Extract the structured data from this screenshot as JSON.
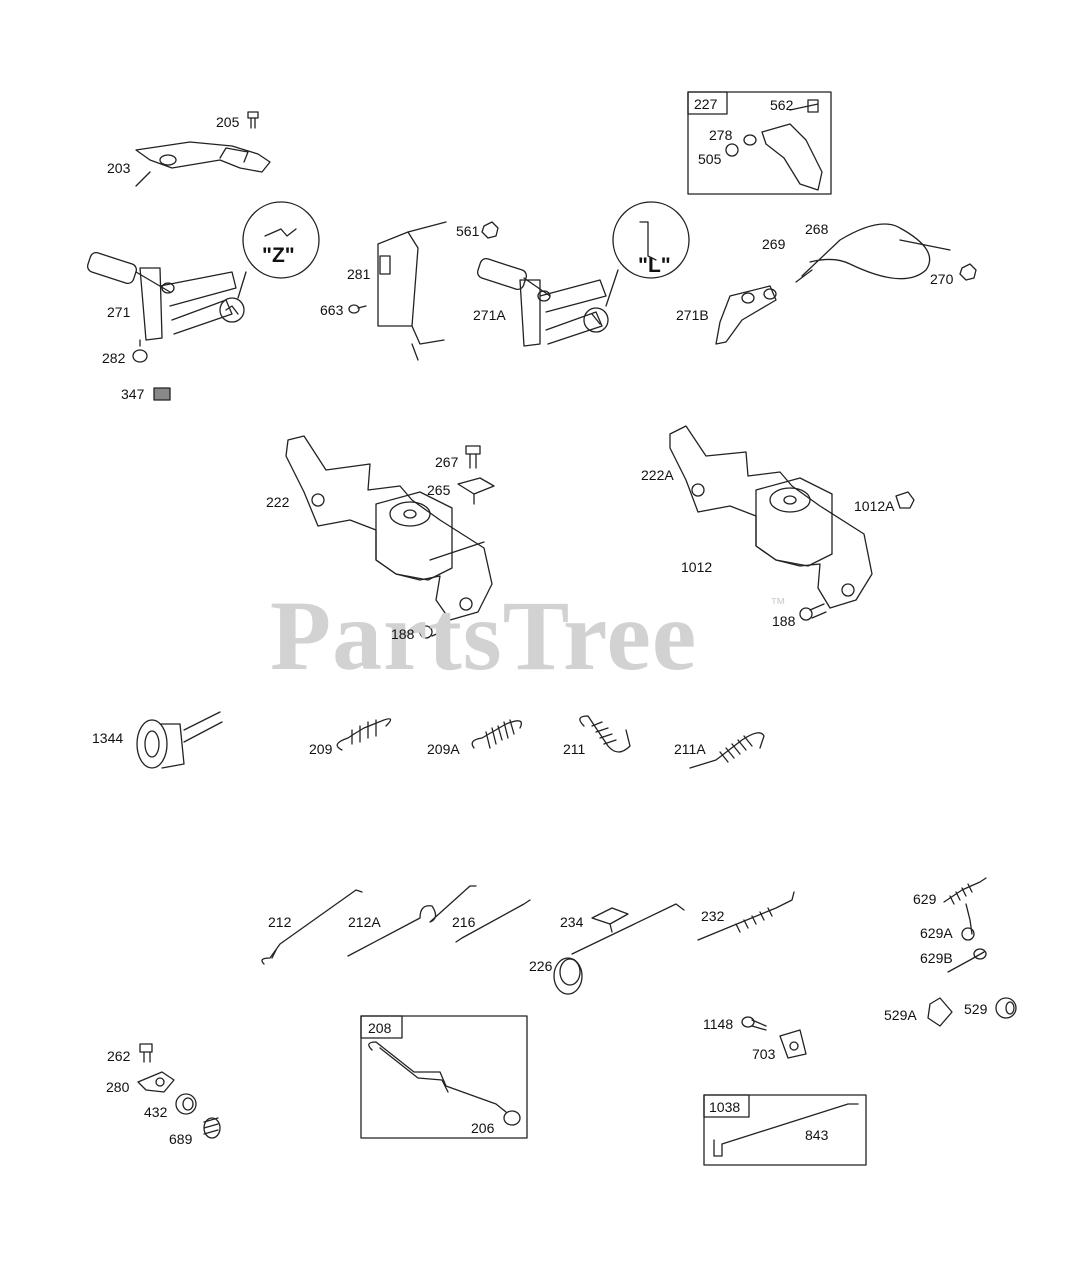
{
  "watermark": {
    "text": "PartsTree",
    "mark": "™"
  },
  "callouts": {
    "z": "\"Z\"",
    "l": "\"L\""
  },
  "boxes": {
    "b227": "227",
    "b208": "208",
    "b1038": "1038"
  },
  "labels": {
    "l205": "205",
    "l203": "203",
    "l227_562": "562",
    "l278": "278",
    "l505": "505",
    "l271": "271",
    "l282": "282",
    "l347": "347",
    "l281": "281",
    "l561": "561",
    "l663": "663",
    "l271A": "271A",
    "l268": "268",
    "l269": "269",
    "l270": "270",
    "l271B": "271B",
    "l267": "267",
    "l265": "265",
    "l222": "222",
    "l188a": "188",
    "l222A": "222A",
    "l1012A": "1012A",
    "l1012": "1012",
    "l188b": "188",
    "l1344": "1344",
    "l209": "209",
    "l209A": "209A",
    "l211": "211",
    "l211A": "211A",
    "l212": "212",
    "l212A": "212A",
    "l216": "216",
    "l234": "234",
    "l226": "226",
    "l232": "232",
    "l629": "629",
    "l629A": "629A",
    "l629B": "629B",
    "l529A": "529A",
    "l529": "529",
    "l1148": "1148",
    "l703": "703",
    "l262": "262",
    "l280": "280",
    "l432": "432",
    "l689": "689",
    "l206": "206",
    "l843": "843"
  },
  "colors": {
    "line": "#222222",
    "watermark": "#d2d2d2",
    "background": "#ffffff"
  }
}
